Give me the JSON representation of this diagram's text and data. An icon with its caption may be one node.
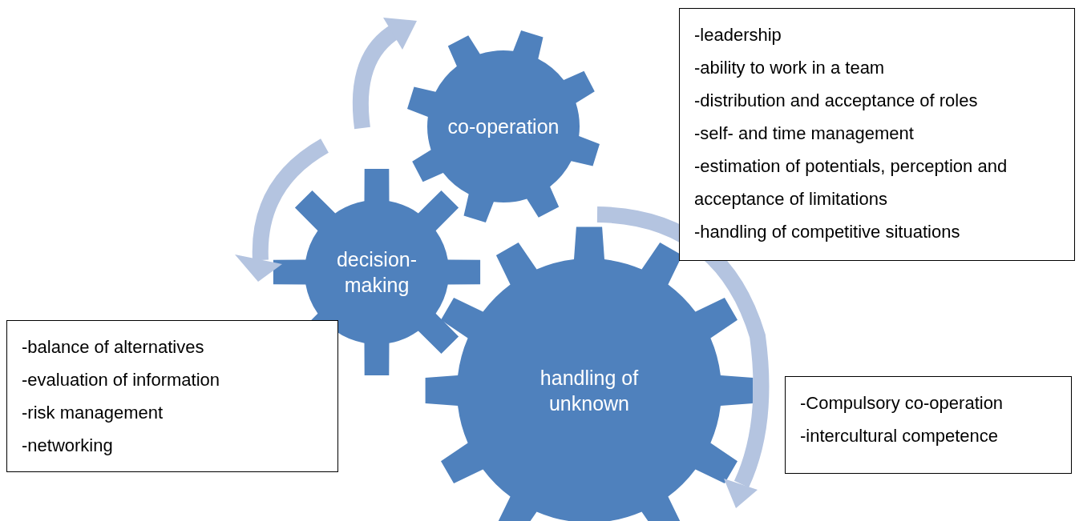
{
  "diagram": {
    "nodes": [
      {
        "text": [
          "co-operation"
        ]
      },
      {
        "text": [
          "-leadership",
          "-ability to work in a team",
          "-distribution and acceptance of roles",
          "-self- and time management",
          "-estimation of potentials, perception and acceptance of limitations",
          "-handling of competitive situations"
        ]
      },
      {
        "text": [
          "decision-making"
        ]
      },
      {
        "text": [
          "-balance of alternatives",
          "-evaluation of information",
          "-risk management",
          "-networking"
        ]
      },
      {
        "text": [
          "handling of unknown"
        ]
      },
      {
        "text": [
          "-Compulsory co-operation",
          "-intercultural competence"
        ]
      }
    ]
  }
}
